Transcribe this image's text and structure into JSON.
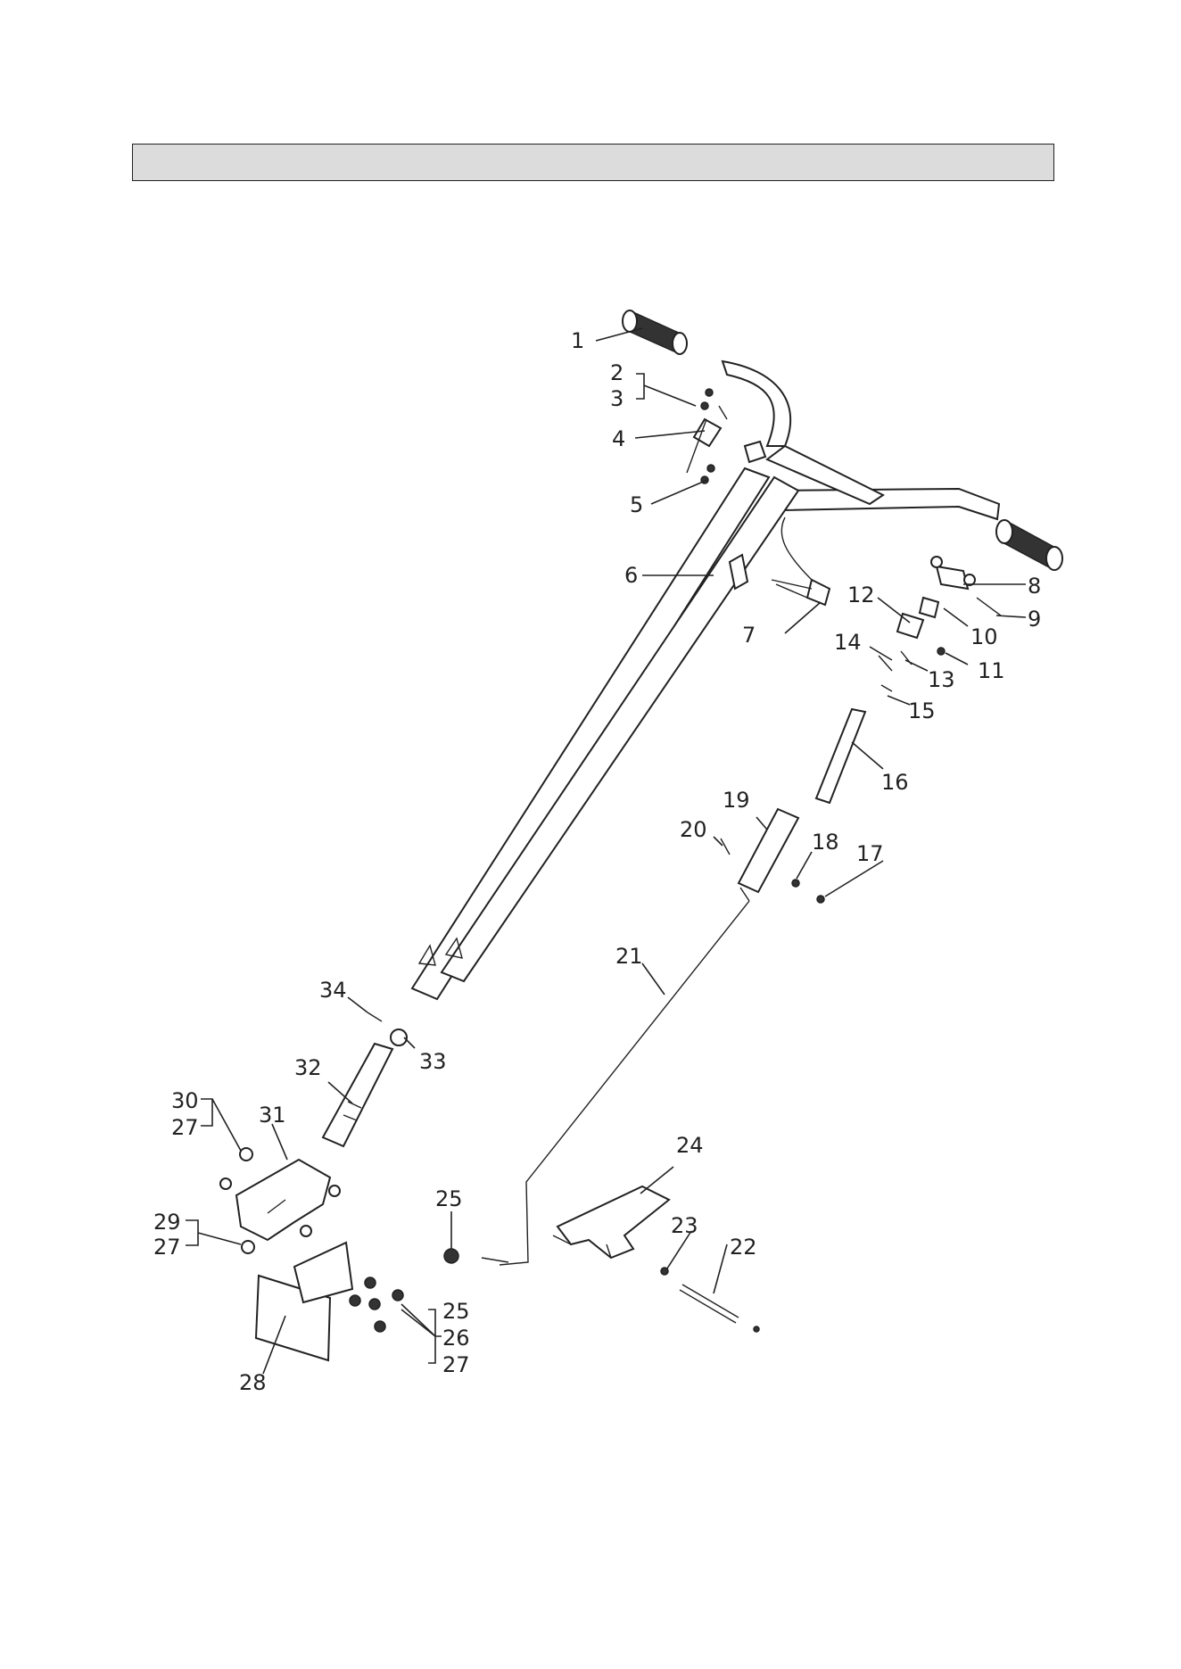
{
  "header": {
    "title": ""
  },
  "callouts": [
    {
      "id": "c1",
      "text": "1"
    },
    {
      "id": "c2",
      "text": "2"
    },
    {
      "id": "c3",
      "text": "3"
    },
    {
      "id": "c4",
      "text": "4"
    },
    {
      "id": "c5",
      "text": "5"
    },
    {
      "id": "c6",
      "text": "6"
    },
    {
      "id": "c7",
      "text": "7"
    },
    {
      "id": "c8",
      "text": "8"
    },
    {
      "id": "c9",
      "text": "9"
    },
    {
      "id": "c10",
      "text": "10"
    },
    {
      "id": "c11",
      "text": "11"
    },
    {
      "id": "c12",
      "text": "12"
    },
    {
      "id": "c13",
      "text": "13"
    },
    {
      "id": "c14",
      "text": "14"
    },
    {
      "id": "c15",
      "text": "15"
    },
    {
      "id": "c16",
      "text": "16"
    },
    {
      "id": "c17",
      "text": "17"
    },
    {
      "id": "c18",
      "text": "18"
    },
    {
      "id": "c19",
      "text": "19"
    },
    {
      "id": "c20",
      "text": "20"
    },
    {
      "id": "c21",
      "text": "21"
    },
    {
      "id": "c22",
      "text": "22"
    },
    {
      "id": "c23",
      "text": "23"
    },
    {
      "id": "c24",
      "text": "24"
    },
    {
      "id": "c25a",
      "text": "25"
    },
    {
      "id": "c25b",
      "text": "25"
    },
    {
      "id": "c26",
      "text": "26"
    },
    {
      "id": "c27a",
      "text": "27"
    },
    {
      "id": "c27b",
      "text": "27"
    },
    {
      "id": "c27c",
      "text": "27"
    },
    {
      "id": "c28",
      "text": "28"
    },
    {
      "id": "c29",
      "text": "29"
    },
    {
      "id": "c30",
      "text": "30"
    },
    {
      "id": "c31",
      "text": "31"
    },
    {
      "id": "c32",
      "text": "32"
    },
    {
      "id": "c33",
      "text": "33"
    },
    {
      "id": "c34",
      "text": "34"
    }
  ]
}
